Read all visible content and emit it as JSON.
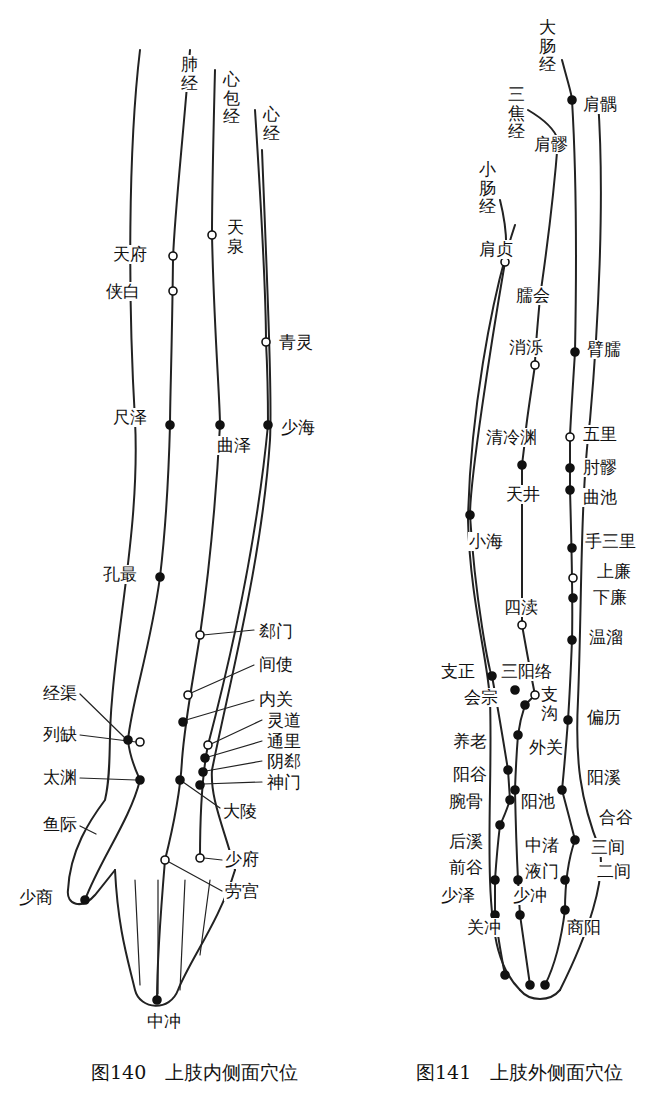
{
  "diagram": {
    "labels": [
      "肺经",
      "心包经",
      "心经",
      "天府",
      "侠白",
      "天泉",
      "青灵",
      "尺泽",
      "曲泽",
      "少海",
      "孔最",
      "郄门",
      "间使",
      "内关",
      "灵道",
      "通里",
      "阴郄",
      "神门",
      "经渠",
      "列缺",
      "太渊",
      "大陵",
      "鱼际",
      "少府",
      "劳宫",
      "少商",
      "中冲",
      "大肠经",
      "三焦经",
      "肩髃",
      "肩髎",
      "小肠经",
      "肩贞",
      "臑会",
      "消泺",
      "臂臑",
      "清冷渊",
      "五里",
      "肘髎",
      "天井",
      "曲池",
      "小海",
      "手三里",
      "上廉",
      "下廉",
      "四渎",
      "温溜",
      "支正",
      "三阳络",
      "会宗",
      "支沟",
      "偏历",
      "养老",
      "外关",
      "阳谷",
      "阳溪",
      "阳池",
      "腕骨",
      "合谷",
      "后溪",
      "中渚",
      "三间",
      "前谷",
      "液门",
      "二间",
      "少泽",
      "少冲",
      "关冲",
      "商阳",
      "图140　上肢内侧面穴位",
      "图141　上肢外侧面穴位"
    ]
  }
}
